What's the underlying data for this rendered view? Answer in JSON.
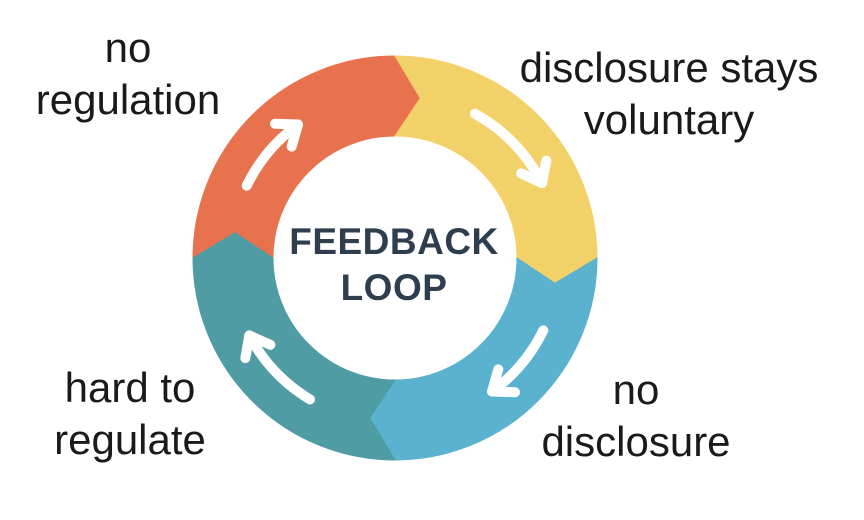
{
  "diagram": {
    "type": "cycle",
    "direction": "clockwise",
    "center_label": "FEEDBACK LOOP",
    "center_label_lines": [
      "FEEDBACK",
      "LOOP"
    ],
    "colors": {
      "center_text": "#2e3e4f",
      "label_text": "#1a1a1a",
      "arrow": "#ffffff",
      "background": "#ffffff"
    },
    "segments": [
      {
        "id": "no-regulation",
        "position": "top-left",
        "color": "#e8724e",
        "start_angle": 270,
        "end_angle": 360,
        "arrow_start": 296,
        "arrow_end": 324,
        "label": "no regulation",
        "label_lines": [
          "no",
          "regulation"
        ]
      },
      {
        "id": "disclosure-stays-voluntary",
        "position": "top-right",
        "color": "#f3d169",
        "start_angle": 0,
        "end_angle": 90,
        "arrow_start": 29,
        "arrow_end": 63,
        "label": "disclosure stays voluntary",
        "label_lines": [
          "disclosure stays",
          "voluntary"
        ]
      },
      {
        "id": "no-disclosure",
        "position": "bottom-right",
        "color": "#5ab2ce",
        "start_angle": 90,
        "end_angle": 180,
        "arrow_start": 116,
        "arrow_end": 144,
        "label": "no disclosure",
        "label_lines": [
          "no",
          "disclosure"
        ]
      },
      {
        "id": "hard-to-regulate",
        "position": "bottom-left",
        "color": "#4f9ca5",
        "start_angle": 180,
        "end_angle": 270,
        "arrow_start": 211,
        "arrow_end": 242,
        "label": "hard to regulate",
        "label_lines": [
          "hard to",
          "regulate"
        ]
      }
    ]
  }
}
